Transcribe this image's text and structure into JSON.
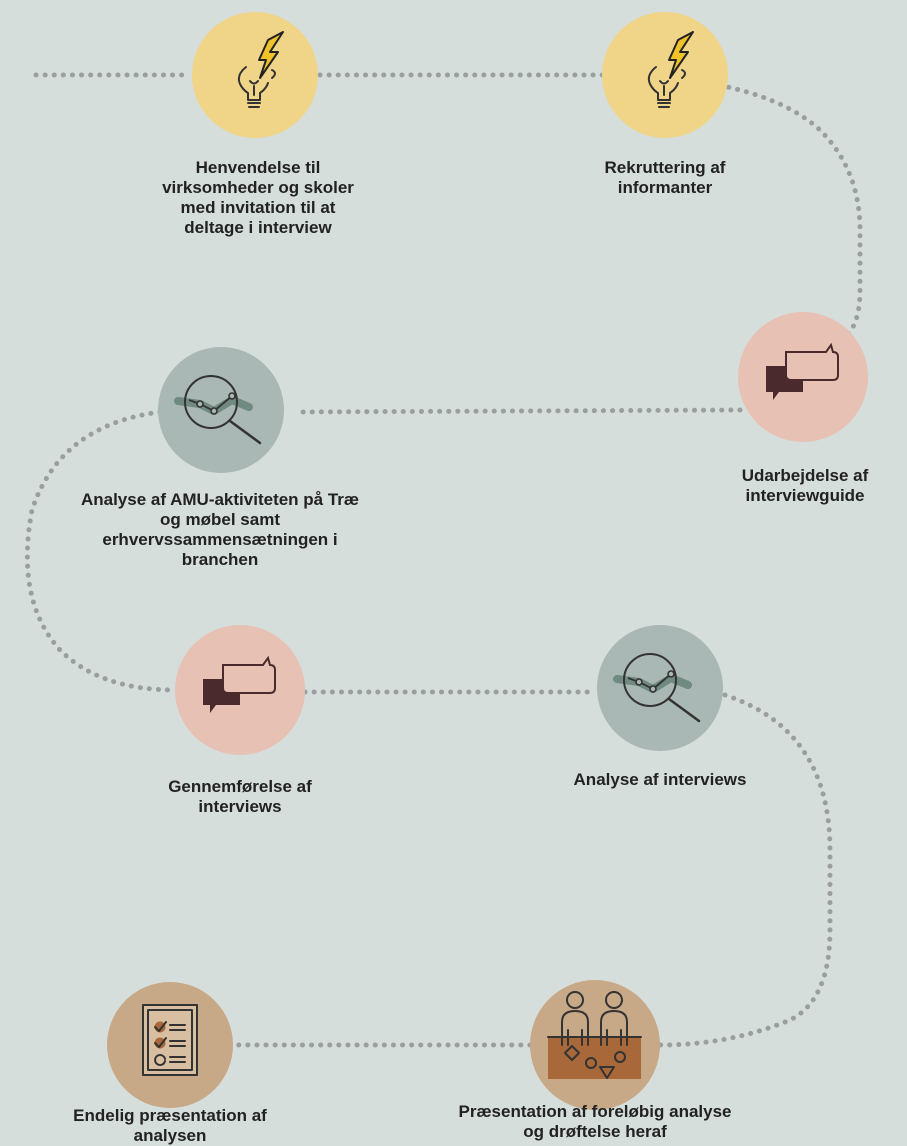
{
  "steps": [
    {
      "id": "step-1",
      "label": "Henvendelse til virksomheder og skoler med invitation til at deltage i interview",
      "icon": "lightbulb-icon",
      "color": "#f0d488"
    },
    {
      "id": "step-2",
      "label": "Rekruttering af informanter",
      "icon": "lightbulb-icon",
      "color": "#f0d488"
    },
    {
      "id": "step-3",
      "label": "Udarbejdelse af interviewguide",
      "icon": "speech-bubbles-icon",
      "color": "#e6c1b4"
    },
    {
      "id": "step-4",
      "label": "Analyse af AMU-aktiviteten på Træ og møbel samt erhvervssammensætningen i branchen",
      "icon": "magnifier-chart-icon",
      "color": "#a9b8b4"
    },
    {
      "id": "step-5",
      "label": "Gennemførelse af interviews",
      "icon": "speech-bubbles-icon",
      "color": "#e6c1b4"
    },
    {
      "id": "step-6",
      "label": "Analyse af interviews",
      "icon": "magnifier-chart-icon",
      "color": "#a9b8b4"
    },
    {
      "id": "step-7",
      "label": "Præsentation af foreløbig analyse og drøftelse heraf",
      "icon": "people-discussion-icon",
      "color": "#c7a887"
    },
    {
      "id": "step-8",
      "label": "Endelig præsentation af analysen",
      "icon": "checklist-icon",
      "color": "#c7a887"
    }
  ],
  "colors": {
    "background": "#d6dedb",
    "dots": "#9a9f9d",
    "yellow": "#f0d488",
    "pink": "#e6c1b4",
    "gray": "#a9b8b4",
    "tan": "#c7a887",
    "dark": "#4a2a2c",
    "teal": "#6f8a80",
    "brown": "#a8683a"
  }
}
